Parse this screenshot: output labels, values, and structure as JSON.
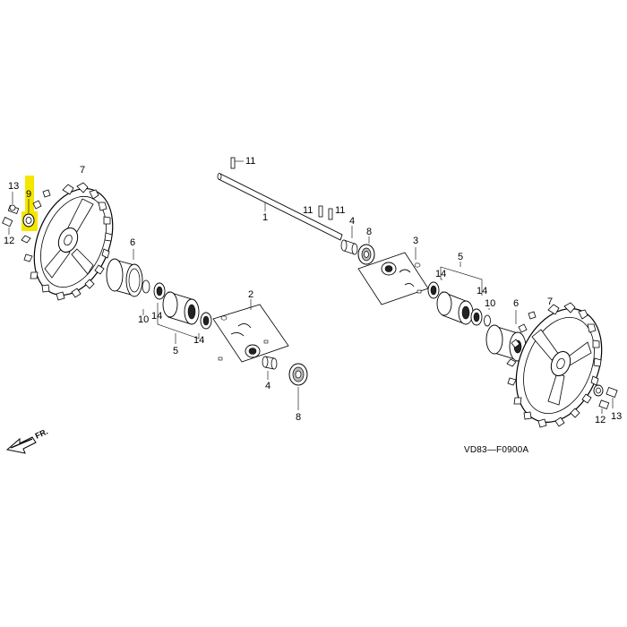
{
  "callouts": {
    "p1": "1",
    "p2": "2",
    "p3": "3",
    "p4a": "4",
    "p4b": "4",
    "p5a": "5",
    "p5b": "5",
    "p6a": "6",
    "p6b": "6",
    "p7a": "7",
    "p7b": "7",
    "p8a": "8",
    "p8b": "8",
    "p9": "9",
    "p10a": "10",
    "p10b": "10",
    "p11a": "11",
    "p11b": "11",
    "p11c": "11",
    "p12a": "12",
    "p12b": "12",
    "p13a": "13",
    "p13b": "13",
    "p14a": "14",
    "p14b": "14",
    "p14c": "14",
    "p14d": "14"
  },
  "direction_label": "FR.",
  "diagram_code": "VD83—F0900A",
  "highlight_color": "#f5e600"
}
